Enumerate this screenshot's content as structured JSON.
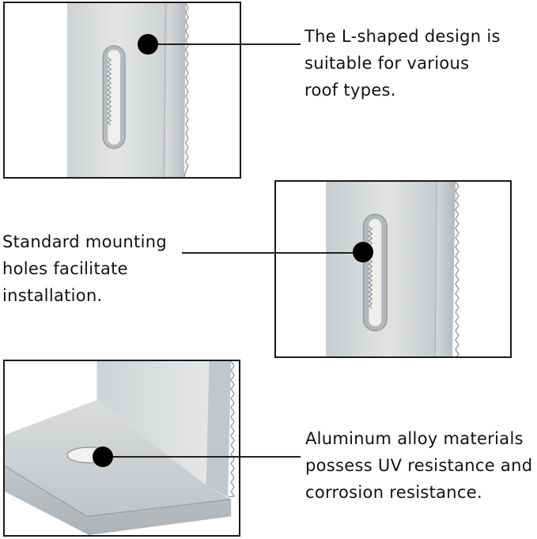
{
  "callouts": {
    "top": {
      "lines": [
        "The L-shaped design is",
        "suitable for various",
        "roof types."
      ]
    },
    "middle": {
      "lines": [
        "Standard mounting",
        "holes facilitate",
        "installation."
      ]
    },
    "bottom": {
      "lines": [
        "Aluminum alloy materials",
        "possess UV resistance and",
        "corrosion resistance."
      ]
    }
  },
  "colors": {
    "metal_light": "#dcdedf",
    "metal_mid": "#c6c9cb",
    "metal_dark": "#a9adb0",
    "dot": "#000000",
    "border": "#1a1a1a"
  }
}
